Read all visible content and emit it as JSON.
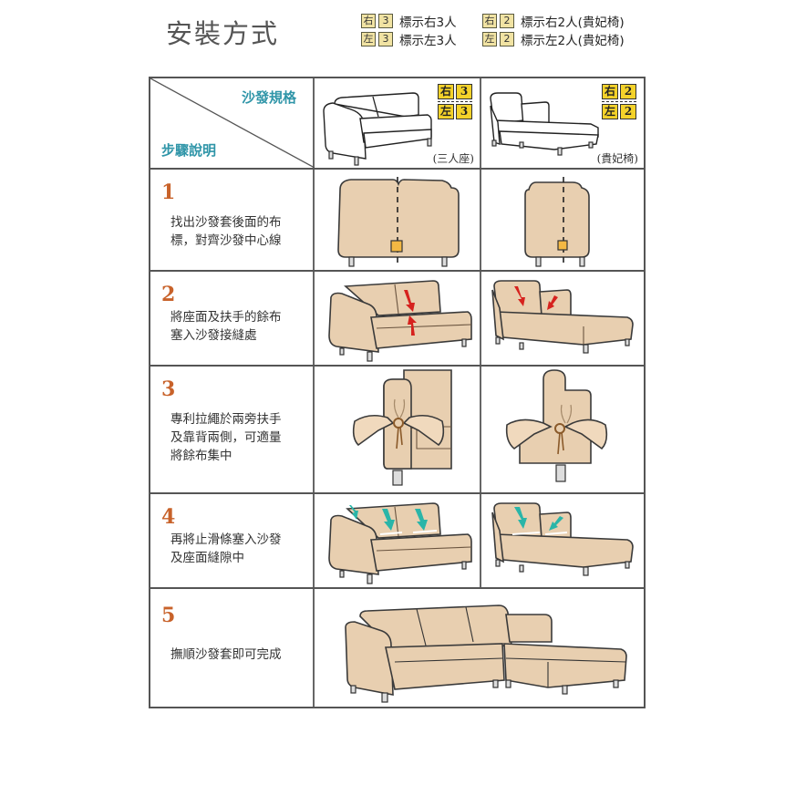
{
  "title": "安裝方式",
  "legend": [
    [
      {
        "side": "右",
        "num": "3",
        "text": "標示右3人"
      },
      {
        "side": "右",
        "num": "2",
        "text": "標示右2人(貴妃椅)"
      }
    ],
    [
      {
        "side": "左",
        "num": "3",
        "text": "標示左3人"
      },
      {
        "side": "左",
        "num": "2",
        "text": "標示左2人(貴妃椅)"
      }
    ]
  ],
  "colors": {
    "header_text": "#2f95a8",
    "step_number": "#c8622a",
    "tag_yellow": "#f4d22a",
    "legend_box": "#f1e3a3",
    "sofa_fill": "#e8cfb0",
    "arrow_red": "#d6221e",
    "arrow_teal": "#2ab5a8"
  },
  "table": {
    "header": {
      "spec_label": "沙發規格",
      "step_label": "步驟說明",
      "three_seat": {
        "tag_top": [
          "右",
          "3"
        ],
        "tag_bottom": [
          "左",
          "3"
        ],
        "caption": "(三人座)"
      },
      "chaise": {
        "tag_top": [
          "右",
          "2"
        ],
        "tag_bottom": [
          "左",
          "2"
        ],
        "caption": "(貴妃椅)"
      }
    },
    "steps": [
      {
        "number": "1",
        "lines": [
          "找出沙發套後面的布",
          "標，對齊沙發中心線"
        ]
      },
      {
        "number": "2",
        "lines": [
          "將座面及扶手的餘布",
          "塞入沙發接縫處"
        ]
      },
      {
        "number": "3",
        "lines": [
          "專利拉繩於兩旁扶手",
          "及靠背兩側，可適量",
          "將餘布集中"
        ]
      },
      {
        "number": "4",
        "lines": [
          "再將止滑條塞入沙發",
          "及座面縫隙中"
        ]
      },
      {
        "number": "5",
        "lines": [
          "撫順沙發套即可完成"
        ]
      }
    ]
  }
}
